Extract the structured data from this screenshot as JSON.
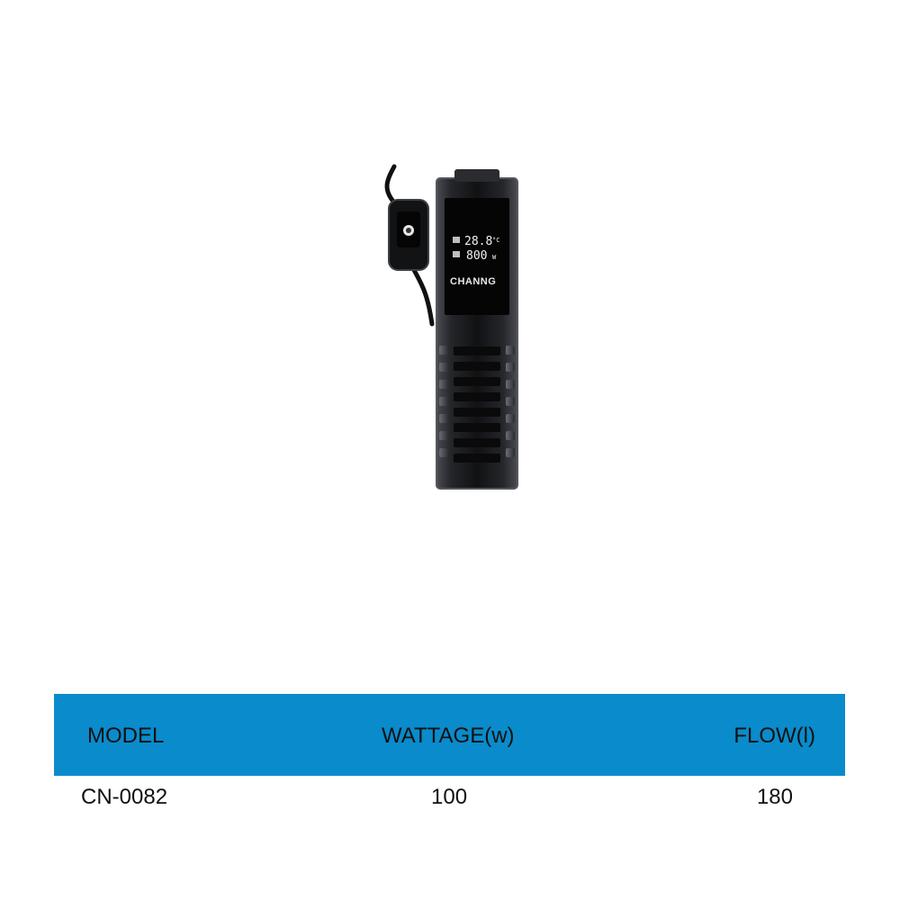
{
  "product": {
    "display_temperature": "28.8",
    "display_temperature_unit": "°C",
    "display_power": "800",
    "display_power_unit": "W",
    "brand": "CHANNG",
    "colors": {
      "body": "#1b1c1f",
      "body_edge": "#4a4c52",
      "lcd": "#050505"
    }
  },
  "spec_table": {
    "header_color": "#0a8bcb",
    "headers": {
      "model": "MODEL",
      "wattage": "WATTAGE(w)",
      "flow": "FLOW(l)"
    },
    "row": {
      "model": "CN-0082",
      "wattage": "100",
      "flow": "180"
    }
  }
}
